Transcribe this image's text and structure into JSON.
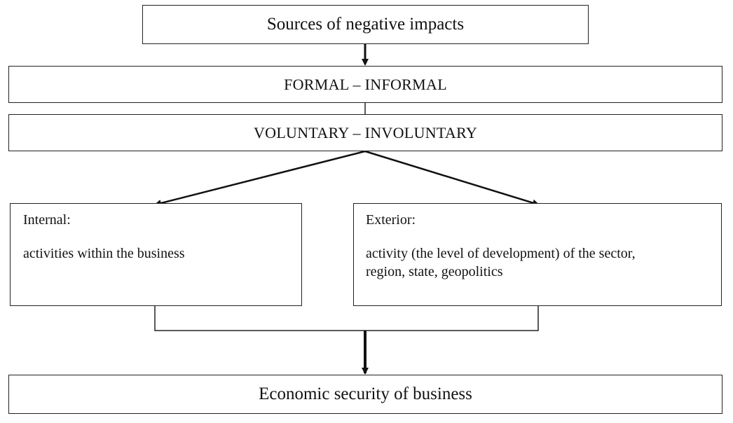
{
  "diagram": {
    "sources": "Sources of negative impacts",
    "formal": "FORMAL – INFORMAL",
    "voluntary": "VOLUNTARY – INVOLUNTARY",
    "internal": {
      "heading": "Internal:",
      "text": "activities within the business"
    },
    "exterior": {
      "heading": "Exterior:",
      "line1": "activity (the level of development) of the sector,",
      "line2": "region, state, geopolitics"
    },
    "result": "Economic security of business"
  }
}
